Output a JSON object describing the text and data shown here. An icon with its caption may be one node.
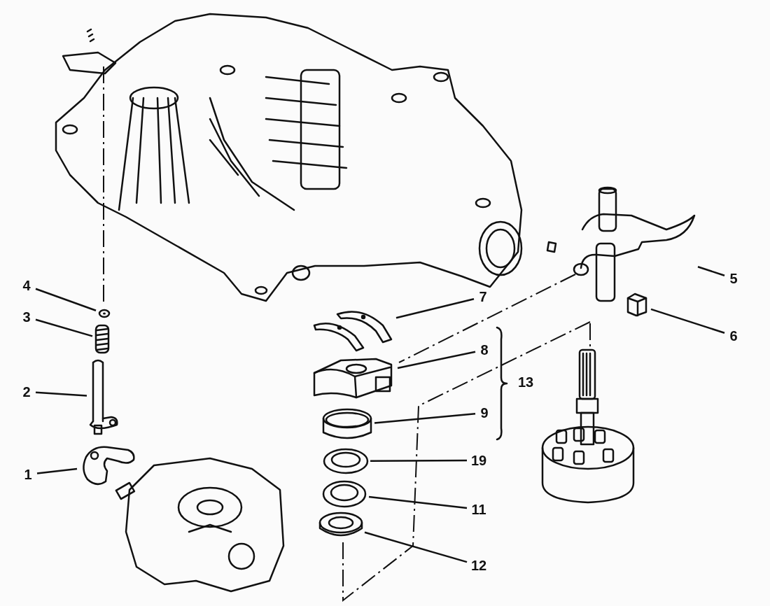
{
  "diagram": {
    "nodes": [
      {
        "text": [
          "4"
        ]
      },
      {
        "text": [
          "3"
        ]
      },
      {
        "text": [
          "2"
        ]
      },
      {
        "text": [
          "1"
        ]
      },
      {
        "text": [
          "7"
        ]
      },
      {
        "text": [
          "5"
        ]
      },
      {
        "text": [
          "6"
        ]
      },
      {
        "text": [
          "8"
        ]
      },
      {
        "text": [
          "9"
        ]
      },
      {
        "text": [
          "19"
        ]
      },
      {
        "text": [
          "11"
        ]
      },
      {
        "text": [
          "12"
        ]
      },
      {
        "text": [],
        "shape": "picture"
      },
      {
        "text": [],
        "shape": "picture"
      },
      {
        "text": [],
        "shape": "picture"
      },
      {
        "text": [],
        "shape": "picture"
      },
      {
        "text": [],
        "shape": "picture"
      },
      {
        "text": [],
        "shape": "picture"
      },
      {
        "text": [],
        "shape": "picture"
      },
      {
        "text": [],
        "shape": "picture"
      },
      {
        "text": [],
        "shape": "picture"
      },
      {
        "text": [],
        "shape": "picture"
      },
      {
        "text": [],
        "shape": "picture"
      },
      {
        "text": [],
        "shape": "picture"
      }
    ],
    "edges": [
      {
        "from": 0,
        "to": 12,
        "arrow": "none"
      },
      {
        "from": 1,
        "to": 13,
        "arrow": "none"
      },
      {
        "from": 2,
        "to": 14,
        "arrow": "none"
      },
      {
        "from": 3,
        "to": 15,
        "arrow": "none"
      },
      {
        "from": 4,
        "to": 16,
        "arrow": "none"
      },
      {
        "from": 5,
        "to": 17,
        "arrow": "none"
      },
      {
        "from": 6,
        "to": 18,
        "arrow": "none"
      },
      {
        "from": 7,
        "to": 19,
        "arrow": "none"
      },
      {
        "from": 8,
        "to": 20,
        "arrow": "none"
      },
      {
        "from": 9,
        "to": 21,
        "arrow": "none"
      },
      {
        "from": 10,
        "to": 22,
        "arrow": "none"
      },
      {
        "from": 11,
        "to": 23,
        "arrow": "none"
      }
    ],
    "labels": [
      "13"
    ]
  }
}
